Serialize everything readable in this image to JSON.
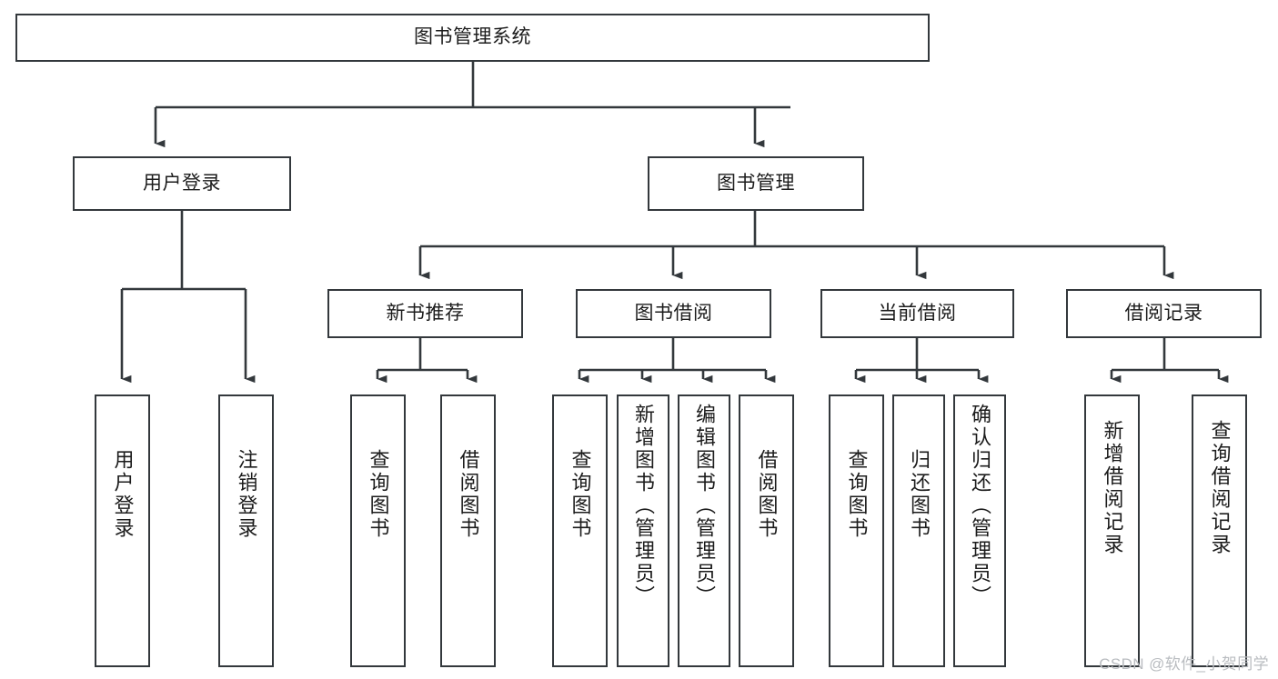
{
  "diagram": {
    "title": "图书管理系统",
    "type": "tree-hierarchy-diagram",
    "colors": {
      "box_border": "#33383c",
      "box_fill": "#ffffff",
      "edge": "#33383c",
      "text": "#1c1c1c",
      "watermark": "#b9bcc0",
      "background": "#ffffff"
    },
    "watermark": "CSDN @软件_小贺同学",
    "levels": {
      "level1": [
        {
          "id": "root",
          "label": "图书管理系统"
        }
      ],
      "level2": [
        {
          "id": "user-login",
          "label": "用户登录",
          "parent": "root"
        },
        {
          "id": "book-manage",
          "label": "图书管理",
          "parent": "root"
        }
      ],
      "level3": [
        {
          "id": "new-book-recommend",
          "label": "新书推荐",
          "parent": "book-manage"
        },
        {
          "id": "book-borrow",
          "label": "图书借阅",
          "parent": "book-manage"
        },
        {
          "id": "current-borrow",
          "label": "当前借阅",
          "parent": "book-manage"
        },
        {
          "id": "borrow-record",
          "label": "借阅记录",
          "parent": "book-manage"
        }
      ],
      "leaves": [
        {
          "id": "leaf-user-login",
          "label": "用户登录",
          "parent": "user-login"
        },
        {
          "id": "leaf-logout-login",
          "label": "注销登录",
          "parent": "user-login"
        },
        {
          "id": "leaf-query-book-1",
          "label": "查询图书",
          "parent": "new-book-recommend"
        },
        {
          "id": "leaf-borrow-book-1",
          "label": "借阅图书",
          "parent": "new-book-recommend"
        },
        {
          "id": "leaf-query-book-2",
          "label": "查询图书",
          "parent": "book-borrow"
        },
        {
          "id": "leaf-add-book",
          "label": "新增图书（管理员）",
          "parent": "book-borrow"
        },
        {
          "id": "leaf-edit-book",
          "label": "编辑图书（管理员）",
          "parent": "book-borrow"
        },
        {
          "id": "leaf-borrow-book-2",
          "label": "借阅图书",
          "parent": "book-borrow"
        },
        {
          "id": "leaf-query-book-3",
          "label": "查询图书",
          "parent": "current-borrow"
        },
        {
          "id": "leaf-return-book",
          "label": "归还图书",
          "parent": "current-borrow"
        },
        {
          "id": "leaf-confirm-return",
          "label": "确认归还（管理员）",
          "parent": "current-borrow"
        },
        {
          "id": "leaf-add-record",
          "label": "新增借阅记录",
          "parent": "borrow-record"
        },
        {
          "id": "leaf-query-record",
          "label": "查询借阅记录",
          "parent": "borrow-record"
        }
      ]
    }
  }
}
